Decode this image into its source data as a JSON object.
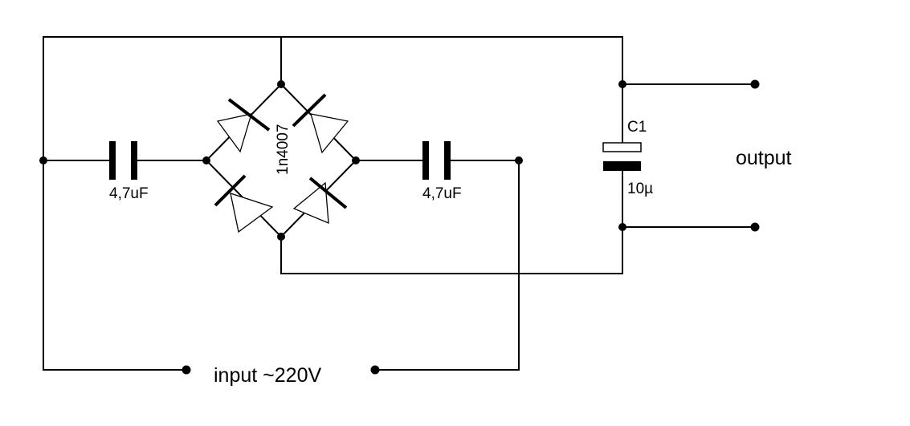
{
  "components": {
    "c_left": {
      "label": "4,7uF"
    },
    "c_right": {
      "label": "4,7uF"
    },
    "bridge": {
      "label": "1n4007"
    },
    "c1": {
      "name": "C1",
      "value": "10µ"
    }
  },
  "terminals": {
    "input": {
      "label": "input ~220V"
    },
    "output": {
      "label": "output"
    }
  },
  "colors": {
    "wire": "#000000",
    "background": "#ffffff"
  }
}
